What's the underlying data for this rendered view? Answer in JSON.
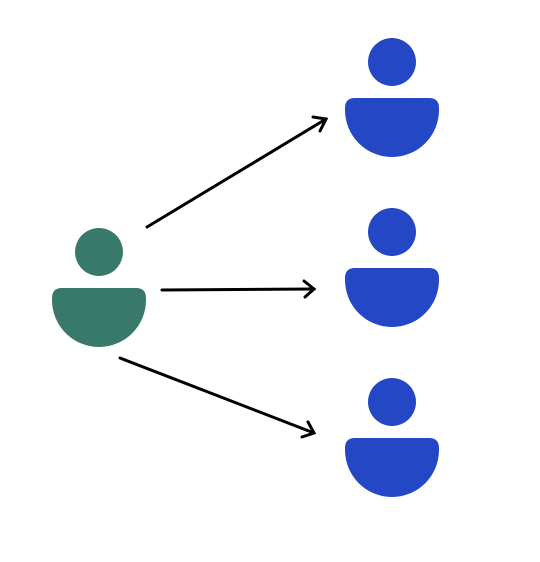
{
  "colors": {
    "source": "#38796a",
    "target": "#2447c6",
    "arrow": "#000000",
    "background": "#ffffff"
  },
  "source": {
    "icon": "person-icon"
  },
  "targets": [
    {
      "icon": "person-icon"
    },
    {
      "icon": "person-icon"
    },
    {
      "icon": "person-icon"
    }
  ],
  "arrows": [
    {
      "from": "source",
      "to": "target-1"
    },
    {
      "from": "source",
      "to": "target-2"
    },
    {
      "from": "source",
      "to": "target-3"
    }
  ]
}
